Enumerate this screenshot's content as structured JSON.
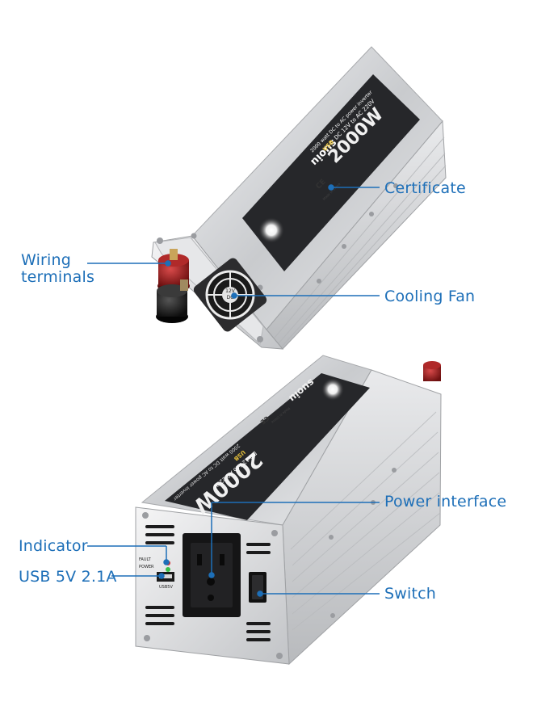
{
  "callouts": {
    "certificate": "Certificate",
    "wiring_terminals": [
      "Wiring",
      "terminals"
    ],
    "cooling_fan": "Cooling Fan",
    "power_interface": "Power interface",
    "indicator": "Indicator",
    "usb": "USB 5V 2.1A",
    "switch": "Switch"
  },
  "product_top": {
    "brand": "suoiu",
    "model": "2000W",
    "usb_tag": "USB",
    "spec_line": "DC 12V to AC 220V",
    "subtitle": "2000 watt DC to AC power inverter",
    "fan_label_1": "12V",
    "fan_label_2": "DC",
    "ce_mark": "CE",
    "made_in": "Made in China"
  },
  "product_bottom": {
    "brand": "suoiu",
    "model": "2000W",
    "usb_tag": "USB",
    "spec_line": "DC 12V to AC 220V",
    "subtitle": "2000 watt DC to AC power inverter",
    "ce_mark": "CE",
    "made_in": "Made in China",
    "fault_label": "FAULT",
    "power_label": "POWER",
    "usb_port_label": "USB5V"
  },
  "colors": {
    "callout_text": "#1d6fb8",
    "leader_line": "#1d6fb8",
    "aluminum": "#d9dadc",
    "panel_dark": "#2a2a2c",
    "terminal_red": "#8c1c1c"
  }
}
